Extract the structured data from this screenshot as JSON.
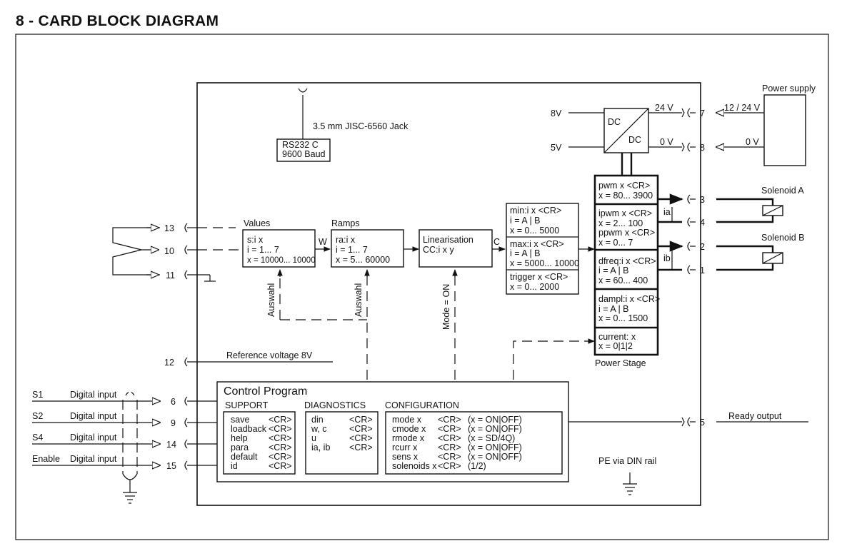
{
  "title": "8 - CARD BLOCK DIAGRAM",
  "jack": {
    "label": "3.5 mm JISC-6560 Jack",
    "line1": "RS232 C",
    "line2": "9600 Baud"
  },
  "power": {
    "in8v": "8V",
    "in5v": "5V",
    "dc_top": "DC",
    "dc_bottom": "DC",
    "out24": "24 V",
    "out0": "0 V",
    "pin24": "7",
    "pin0": "8",
    "supply_label": "Power supply",
    "supply_24": "12 / 24 V",
    "supply_0": "0 V"
  },
  "inputs": {
    "pin13": "13",
    "pin10": "10",
    "pin11": "11",
    "pin12": "12",
    "ref_label": "Reference voltage 8V"
  },
  "values_block": {
    "title": "Values",
    "l1": "s:i x",
    "l2": "i = 1... 7",
    "l3": "x = 10000... 10000",
    "out": "W"
  },
  "ramps_block": {
    "title": "Ramps",
    "l1": "ra:i x",
    "l2": "i = 1... 7",
    "l3": "x = 5... 60000"
  },
  "lin_block": {
    "l1": "Linearisation",
    "l2": "CC:i x y",
    "out": "C"
  },
  "minmax_block": {
    "a1": "min:i x <CR>",
    "a2": "i = A | B",
    "a3": "x = 0... 5000",
    "b1": "max:i x <CR>",
    "b2": "i = A | B",
    "b3": "x = 5000... 10000",
    "c1": "trigger x <CR>",
    "c2": "x = 0... 2000"
  },
  "power_stage": {
    "p1": "pwm x <CR>",
    "p2": "x = 80... 3900",
    "q1": "ipwm x <CR>",
    "q2": "x = 2... 100",
    "q3": "ppwm x <CR>",
    "q4": "x = 0... 7",
    "r1": "dfreq:i x <CR>",
    "r2": "i = A | B",
    "r3": "x = 60... 400",
    "s1": "dampl:i x <CR>",
    "s2": "i = A | B",
    "s3": "x = 0... 1500",
    "t1": "current: x",
    "t2": "x = 0|1|2",
    "label": "Power Stage",
    "ia": "ia",
    "ib": "ib"
  },
  "solenoids": {
    "a_label": "Solenoid A",
    "b_label": "Solenoid B",
    "pin3": "3",
    "pin4": "4",
    "pin2": "2",
    "pin1": "1"
  },
  "auswahl": {
    "a": "Auswahl",
    "b": "Auswahl",
    "mode": "Mode =  ON"
  },
  "digital_inputs": [
    {
      "name": "S1",
      "label": "Digital input",
      "pin": "6"
    },
    {
      "name": "S2",
      "label": "Digital input",
      "pin": "9"
    },
    {
      "name": "S4",
      "label": "Digital input",
      "pin": "14"
    },
    {
      "name": "Enable",
      "label": "Digital input",
      "pin": "15"
    }
  ],
  "control": {
    "title": "Control Program",
    "support_title": "SUPPORT",
    "support": [
      {
        "cmd": "save",
        "cr": "<CR>"
      },
      {
        "cmd": "loadback",
        "cr": "<CR>"
      },
      {
        "cmd": "help",
        "cr": "<CR>"
      },
      {
        "cmd": "para",
        "cr": "<CR>"
      },
      {
        "cmd": "default",
        "cr": "<CR>"
      },
      {
        "cmd": "id",
        "cr": "<CR>"
      }
    ],
    "diag_title": "DIAGNOSTICS",
    "diag": [
      {
        "cmd": "din",
        "cr": "<CR>"
      },
      {
        "cmd": "w, c",
        "cr": "<CR>"
      },
      {
        "cmd": "u",
        "cr": "<CR>"
      },
      {
        "cmd": "ia, ib",
        "cr": "<CR>"
      }
    ],
    "config_title": "CONFIGURATION",
    "config": [
      {
        "cmd": "mode x",
        "cr": "<CR>",
        "note": "(x = ON|OFF)"
      },
      {
        "cmd": "cmode x",
        "cr": "<CR>",
        "note": "(x = ON|OFF)"
      },
      {
        "cmd": "rmode x",
        "cr": "<CR>",
        "note": "(x = SD/4Q)"
      },
      {
        "cmd": "rcurr x",
        "cr": "<CR>",
        "note": "(x = ON|OFF)"
      },
      {
        "cmd": "sens x",
        "cr": "<CR>",
        "note": "(x = ON|OFF)"
      },
      {
        "cmd": "solenoids x",
        "cr": "<CR>",
        "note": "(1/2)"
      }
    ]
  },
  "ready": {
    "pin": "5",
    "label": "Ready output"
  },
  "pe_label": "PE via DIN rail"
}
